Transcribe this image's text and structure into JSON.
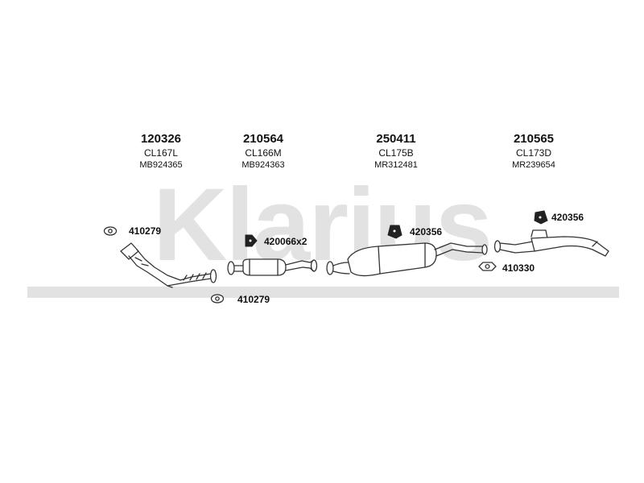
{
  "watermark": {
    "text": "Klarius",
    "color": "#e2e2e2"
  },
  "columns": [
    {
      "number": "120326",
      "code": "CL167L",
      "ref": "MB924365"
    },
    {
      "number": "210564",
      "code": "CL166M",
      "ref": "MB924363"
    },
    {
      "number": "250411",
      "code": "CL175B",
      "ref": "MR312481"
    },
    {
      "number": "210565",
      "code": "CL173D",
      "ref": "MR239654"
    }
  ],
  "fittings": [
    {
      "label": "410279",
      "icon": "gasket-icon"
    },
    {
      "label": "420066x2",
      "icon": "rubber-mount-icon"
    },
    {
      "label": "410279",
      "icon": "gasket-icon"
    },
    {
      "label": "420356",
      "icon": "rubber-mount-icon"
    },
    {
      "label": "410330",
      "icon": "gasket-icon"
    },
    {
      "label": "420356",
      "icon": "rubber-mount-icon"
    }
  ],
  "colors": {
    "line": "#333333",
    "fill": "#ffffff",
    "watermark": "#e2e2e2"
  }
}
